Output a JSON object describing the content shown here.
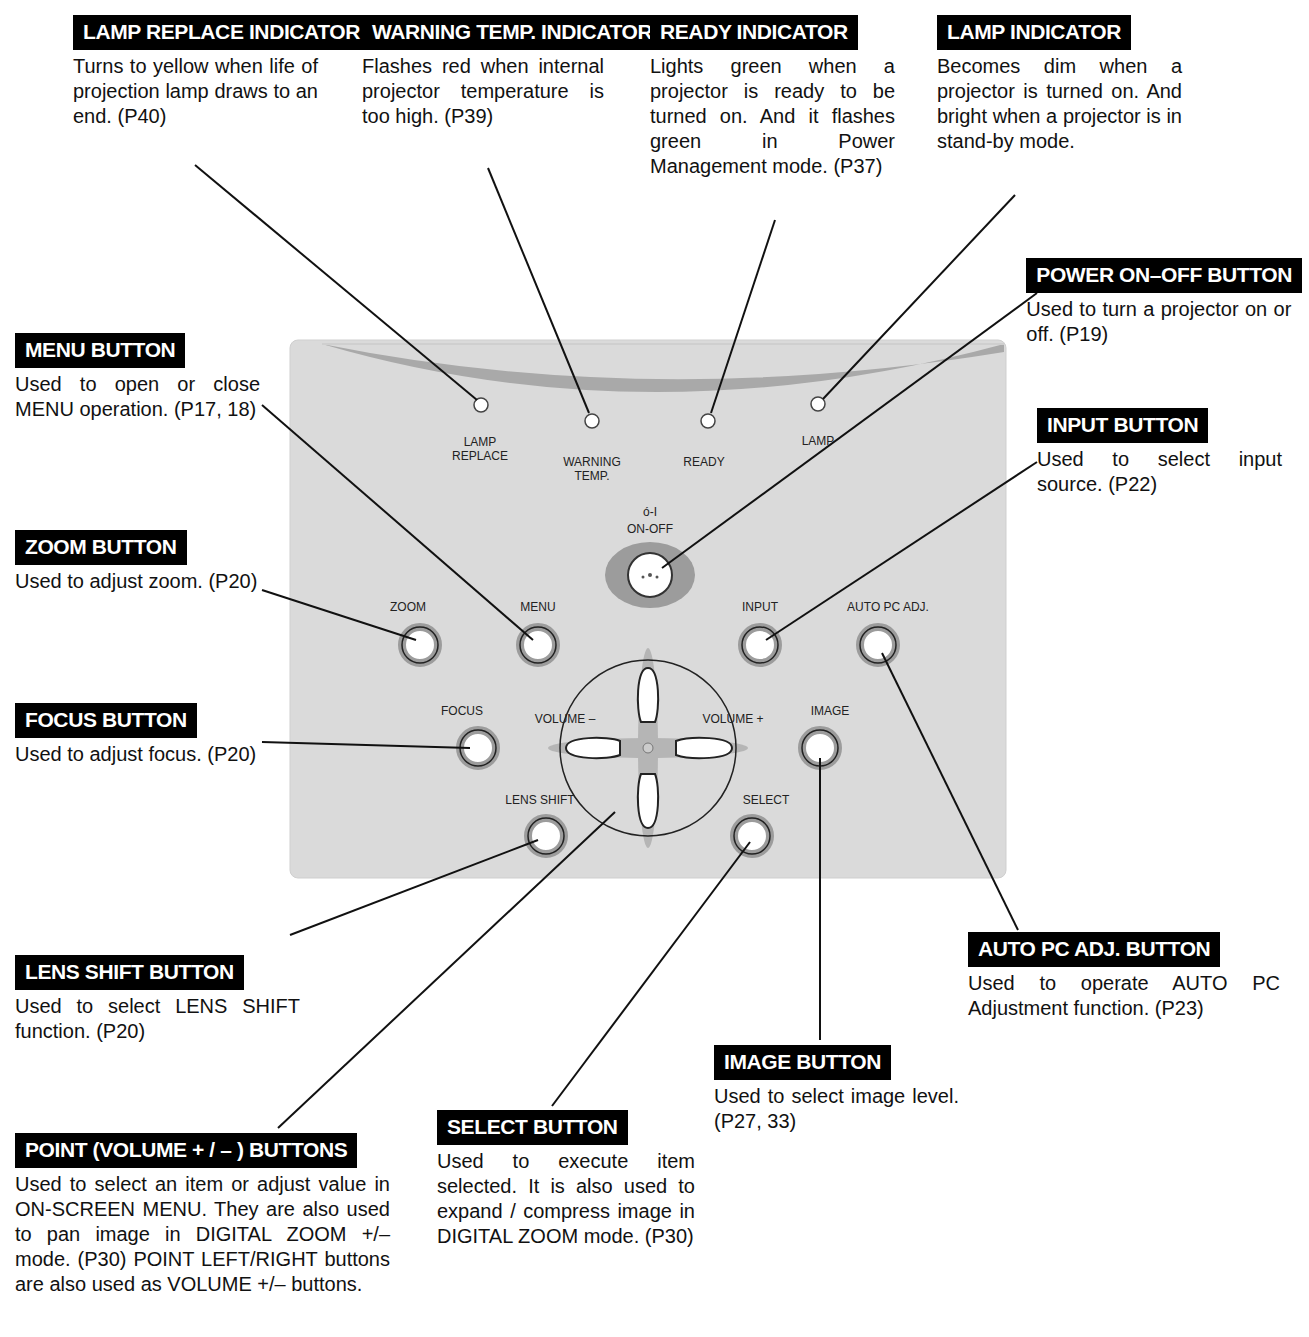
{
  "diagram": {
    "nodes": [
      {
        "text": [
          "LAMP REPLACE INDICATOR",
          "Turns to yellow when life of projection lamp draws to an end. (P40)"
        ]
      },
      {
        "text": [
          "WARNING TEMP. INDICATOR",
          "Flashes red when internal projector temperature is too high. (P39)"
        ]
      },
      {
        "text": [
          "READY INDICATOR",
          "Lights green when a projector is ready to be turned on. And it flashes green in Power Management mode. (P37)"
        ]
      },
      {
        "text": [
          "LAMP INDICATOR",
          "Becomes dim when a projector is turned on. And bright when a projector is in stand-by mode."
        ]
      },
      {
        "text": [
          "POWER ON–OFF BUTTON",
          "Used to turn a projector on or off. (P19)"
        ]
      },
      {
        "text": [
          "MENU BUTTON",
          "Used to open or close MENU operation. (P17, 18)"
        ]
      },
      {
        "text": [
          "INPUT BUTTON",
          "Used to select input source. (P22)"
        ]
      },
      {
        "text": [
          "ZOOM BUTTON",
          "Used to adjust zoom. (P20)"
        ]
      },
      {
        "text": [
          "FOCUS BUTTON",
          "Used to adjust focus. (P20)"
        ]
      },
      {
        "text": [
          "AUTO PC ADJ. BUTTON",
          "Used to operate AUTO PC Adjustment function. (P23)"
        ]
      },
      {
        "text": [
          "LENS SHIFT BUTTON",
          "Used to select LENS SHIFT function. (P20)"
        ]
      },
      {
        "text": [
          "IMAGE BUTTON",
          "Used to select image level. (P27, 33)"
        ]
      },
      {
        "text": [
          "POINT (VOLUME + / – ) BUTTONS",
          "Used to select an item or adjust value in ON-SCREEN MENU. They are also used to pan image in DIGITAL ZOOM +/– mode. (P30) POINT LEFT/RIGHT buttons are also used as VOLUME +/– buttons."
        ]
      },
      {
        "text": [
          "SELECT BUTTON",
          "Used to execute item selected. It is also used to expand / compress image in DIGITAL ZOOM mode. (P30)"
        ]
      }
    ],
    "labels": [
      "LAMP REPLACE",
      "WARNING TEMP.",
      "READY",
      "LAMP",
      "ó-I",
      "ON-OFF",
      "ZOOM",
      "MENU",
      "INPUT",
      "AUTO PC ADJ.",
      "FOCUS",
      "VOLUME –",
      "VOLUME +",
      "IMAGE",
      "LENS SHIFT",
      "SELECT"
    ]
  }
}
